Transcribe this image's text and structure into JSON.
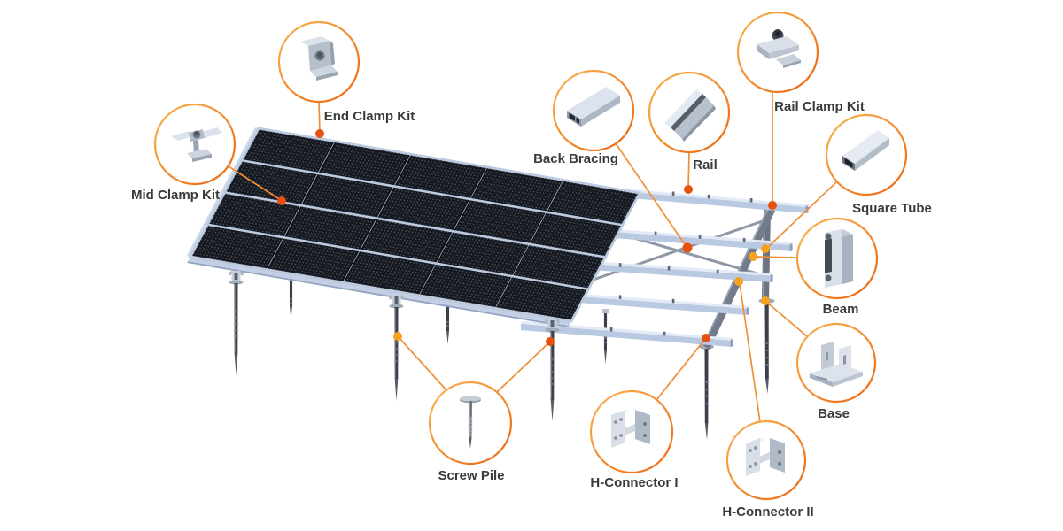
{
  "diagram": {
    "subject": "ground-mount-solar-racking-exploded-parts-diagram",
    "background": "#ffffff"
  },
  "colors": {
    "ring_gradient_start": "#f8b553",
    "ring_gradient_end": "#ed650f",
    "leader_line": "#ef8f35",
    "dot_hot": "#e8500f",
    "dot_light": "#f5a21f",
    "panel_dark": "#14171d",
    "panel_frame_light": "#c2cfe5",
    "metal_light": "#d9dfe8",
    "metal_dark": "#6a7280",
    "label_text": "#3b3b3b"
  },
  "parts": [
    {
      "id": "end-clamp-kit",
      "label": "End Clamp Kit",
      "icon": "end-clamp-illustration"
    },
    {
      "id": "mid-clamp-kit",
      "label": "Mid Clamp Kit",
      "icon": "mid-clamp-illustration"
    },
    {
      "id": "back-bracing",
      "label": "Back Bracing",
      "icon": "rect-tube-illustration"
    },
    {
      "id": "rail",
      "label": "Rail",
      "icon": "rail-channel-illustration"
    },
    {
      "id": "rail-clamp-kit",
      "label": "Rail Clamp Kit",
      "icon": "rail-clamp-illustration"
    },
    {
      "id": "square-tube",
      "label": "Square Tube",
      "icon": "square-tube-illustration"
    },
    {
      "id": "beam",
      "label": "Beam",
      "icon": "c-beam-illustration"
    },
    {
      "id": "base",
      "label": "Base",
      "icon": "base-plate-illustration"
    },
    {
      "id": "h-connector-i",
      "label": "H-Connector I",
      "icon": "h-connector-illustration"
    },
    {
      "id": "h-connector-ii",
      "label": "H-Connector II",
      "icon": "h-connector-illustration"
    },
    {
      "id": "screw-pile",
      "label": "Screw Pile",
      "icon": "screw-pile-illustration"
    }
  ],
  "scene": {
    "panel_rows": 4,
    "panel_columns": 5,
    "front_piles": 4,
    "rear_piles": 4,
    "rails_visible": 5
  }
}
